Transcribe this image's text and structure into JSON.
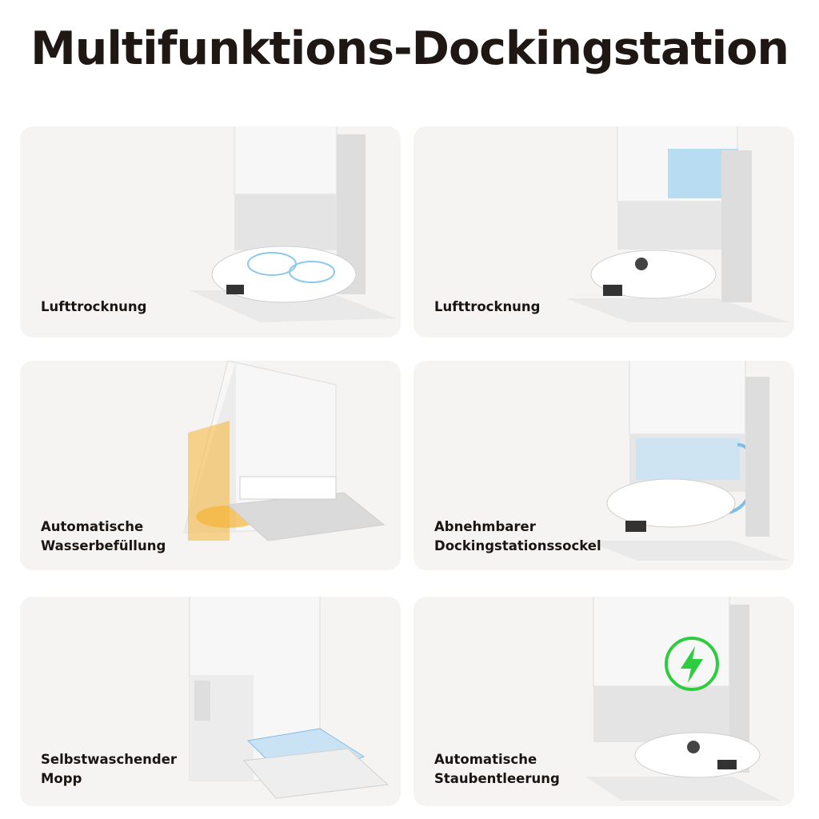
{
  "title": "Multifunktions-Dockingstation",
  "features": [
    {
      "label": "Lufttrocknung",
      "icon": "dock-drying-illustration"
    },
    {
      "label": "Lufttrocknung",
      "icon": "dock-water-tank-illustration"
    },
    {
      "label": "Automatische\nWasserbefüllung",
      "icon": "dock-water-refill-illustration"
    },
    {
      "label": "Abnehmbarer\nDockingstationssockel",
      "icon": "dock-detachable-base-illustration"
    },
    {
      "label": "Selbstwaschender\nMopp",
      "icon": "dock-self-washing-mop-illustration"
    },
    {
      "label": "Automatische\nStaubentleerung",
      "icon": "dock-auto-empty-illustration"
    }
  ],
  "colors": {
    "card_bg": "#f5f4f2",
    "station_white": "#f7f7f7",
    "station_grey": "#e6e6e6",
    "water_blue": "#a8d4f0",
    "refill_orange": "#f5b437",
    "charge_green": "#2ecc40"
  }
}
